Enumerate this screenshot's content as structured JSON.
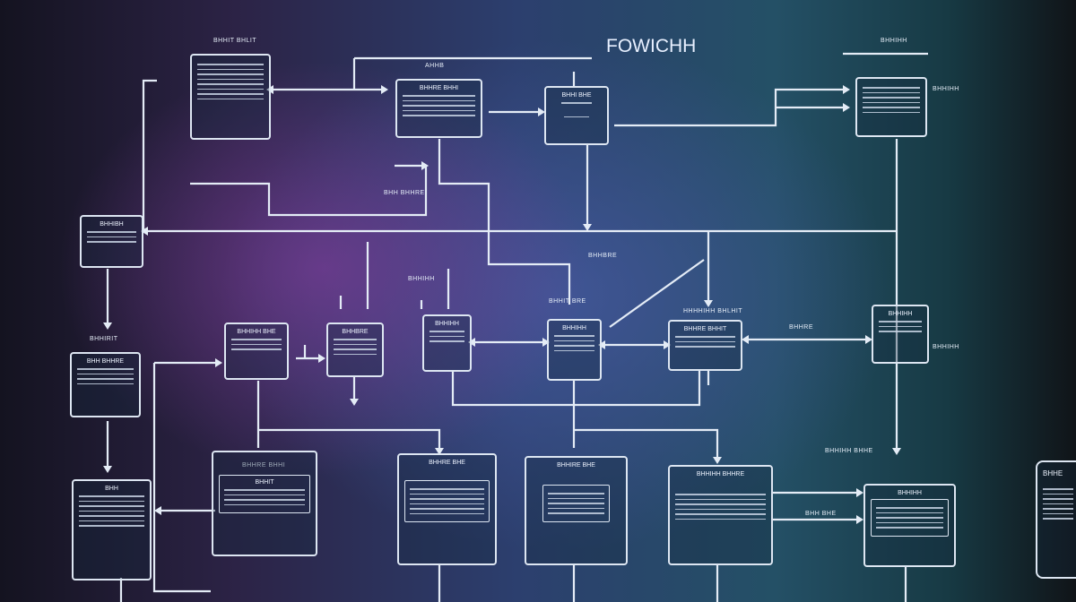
{
  "title": "FOWICHH",
  "labels": {
    "l1": "BHHIT BHLIT",
    "l2": "AHHB",
    "l3": "BHHIHH",
    "l4": "BHH BHHRE",
    "l5": "BHHIHH",
    "l6": "BHHIRIT",
    "l7": "BHHIHH",
    "l8": "HHHHIHH BHLHIT",
    "l9": "BHHIT BRE",
    "l10": "BHHBRE",
    "l11": "BHHRE BHHI",
    "l12": "BHHIHH BHHE",
    "l13": "BHHIHH",
    "l14": "BHH BHE",
    "l15": "BHHRE"
  },
  "boxes": {
    "b1": "",
    "b2": "BHHRE BHHI",
    "b3": "BHHI BHE",
    "b4": "",
    "b5": "BHHIBH",
    "b6": "BHH BHHRE",
    "b7": "BHHIHH BHE",
    "b8": "BHHBRE",
    "b9": "BHHIHH",
    "b10": "BHHIHH",
    "b11": "BHHRE BHHIT",
    "b12": "BHHIHH",
    "b13": "BHH",
    "b14": "BHHIT",
    "b15": "BHHRE BHE",
    "b16": "BHHIRE BHE",
    "b17": "BHHIHH BHHRE",
    "b18": "BHHIHH",
    "b19": "BHHE"
  }
}
